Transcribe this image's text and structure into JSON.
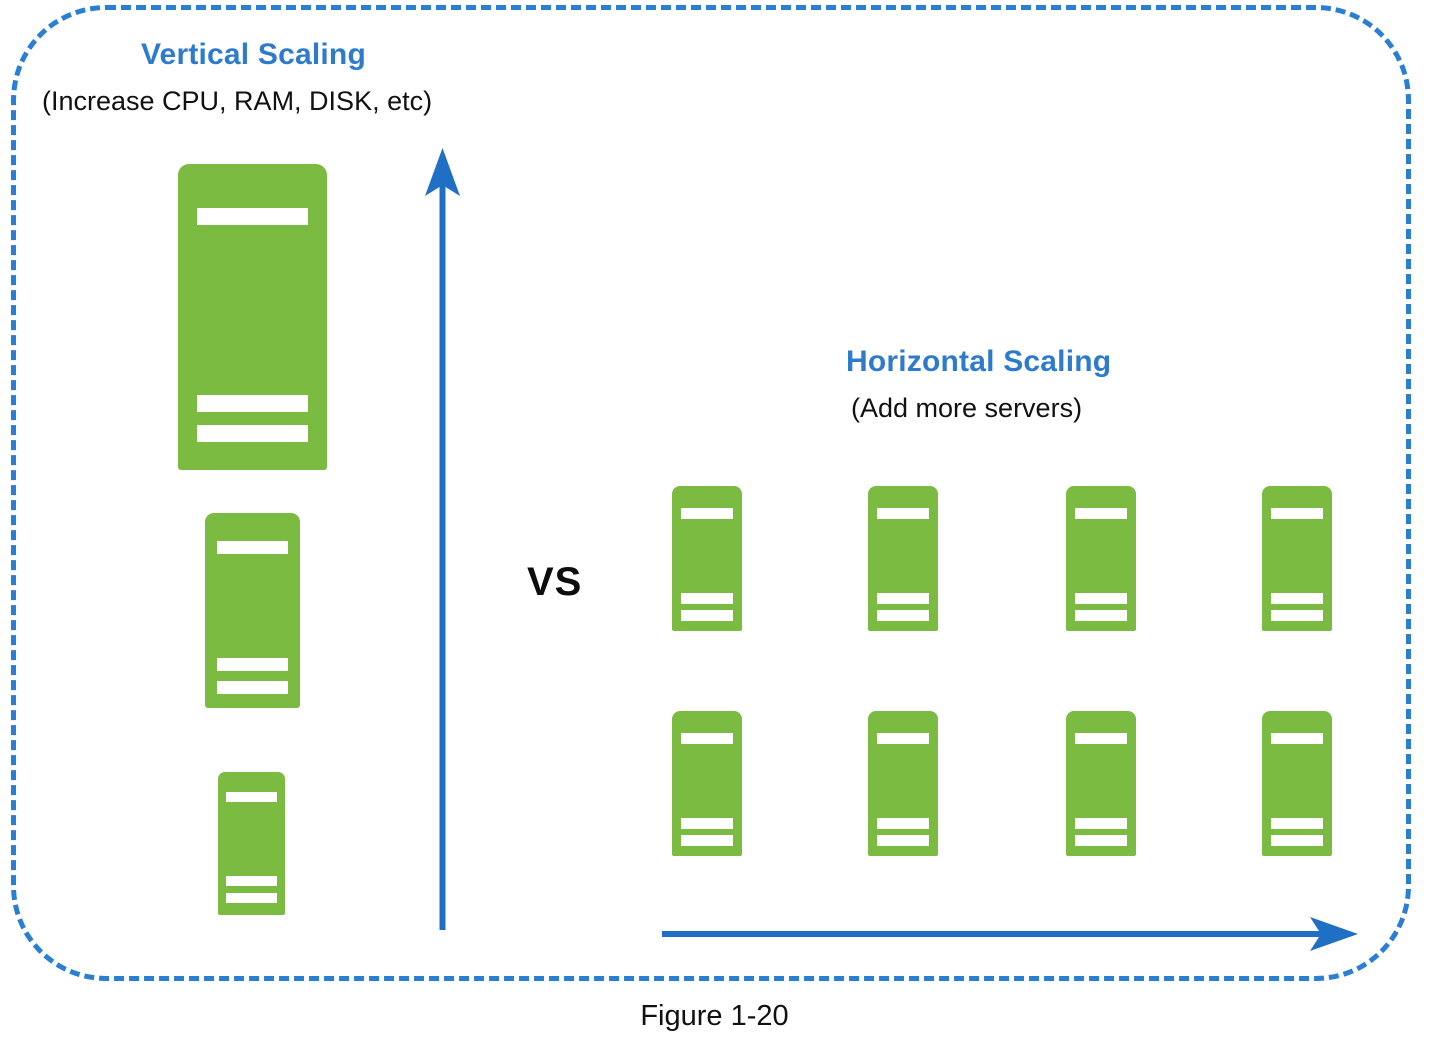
{
  "figure": {
    "caption": "Figure 1-20",
    "accent_blue": "#2e7bce",
    "arrow_blue": "#1f6fc4",
    "server_green": "#7cbb42",
    "slot_white": "#ffffff",
    "border_style": "dashed-rounded-rectangle"
  },
  "vertical": {
    "heading": "Vertical Scaling",
    "subheading": "(Increase CPU, RAM, DISK, etc)",
    "arrow_direction": "up",
    "servers": [
      {
        "id": "large",
        "size_label": "large",
        "slots": 3
      },
      {
        "id": "medium",
        "size_label": "medium",
        "slots": 3
      },
      {
        "id": "small",
        "size_label": "small",
        "slots": 3
      }
    ]
  },
  "comparison": {
    "label": "VS"
  },
  "horizontal": {
    "heading": "Horizontal Scaling",
    "subheading": "(Add more servers)",
    "arrow_direction": "right",
    "grid": {
      "rows": 2,
      "columns": 4,
      "total_servers": 8,
      "servers": [
        {
          "row": 1,
          "col": 1
        },
        {
          "row": 1,
          "col": 2
        },
        {
          "row": 1,
          "col": 3
        },
        {
          "row": 1,
          "col": 4
        },
        {
          "row": 2,
          "col": 1
        },
        {
          "row": 2,
          "col": 2
        },
        {
          "row": 2,
          "col": 3
        },
        {
          "row": 2,
          "col": 4
        }
      ]
    }
  }
}
